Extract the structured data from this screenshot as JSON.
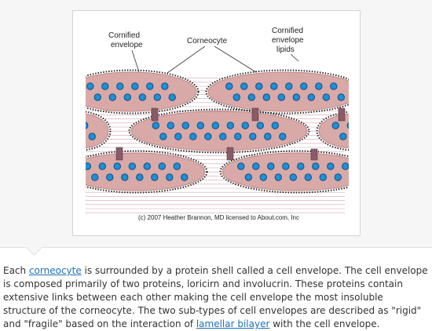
{
  "diagram": {
    "labels": {
      "cornified_envelope": [
        "Cornified",
        "envelope"
      ],
      "corneocyte": "Corneocyte",
      "envelope_lipids": [
        "Cornified",
        "envelope",
        "lipids"
      ]
    },
    "credit": "(c) 2007 Heather Brannon, MD licensed to About.com, Inc",
    "colors": {
      "cell_fill": "#d9a9a7",
      "cell_edge": "#b98785",
      "nucleus": "#1f8fd6",
      "nucleus_edge": "#0c4f86",
      "junction": "#8a5a68",
      "lipid_dots": "#1a1a1a",
      "fibers": "#c78f9c"
    }
  },
  "caption": {
    "t1": "Each ",
    "link_corneocyte": "corneocyte",
    "t2": " is surrounded by a protein shell called a cell envelope. The cell envelope is composed primarily of two proteins, loricirn and involucrin. These proteins contain extensive links between each other making the cell envelope the most insoluble structure of the corneocyte. The two sub-types of cell envelopes are described as \"rigid\" and \"fragile\" based on the interaction of ",
    "link_lamellar": "lamellar bilayer",
    "t3": " with the cell envelope."
  }
}
